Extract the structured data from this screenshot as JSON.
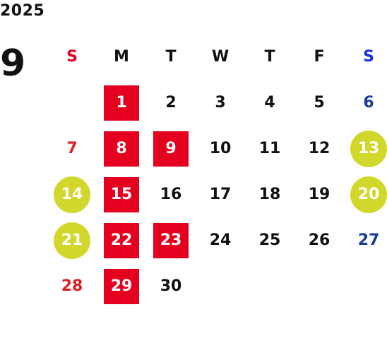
{
  "year": "2025",
  "month": "9",
  "colors": {
    "sunday": "#e02020",
    "saturday_header": "#1a2ee8",
    "saturday": "#1a3e96",
    "highlight_box": "#e60020",
    "highlight_circle": "#d2d82b",
    "text": "#111111"
  },
  "weekdays": [
    {
      "label": "S",
      "color": "#e60020"
    },
    {
      "label": "M",
      "color": "#111111"
    },
    {
      "label": "T",
      "color": "#111111"
    },
    {
      "label": "W",
      "color": "#111111"
    },
    {
      "label": "T",
      "color": "#111111"
    },
    {
      "label": "F",
      "color": "#111111"
    },
    {
      "label": "S",
      "color": "#1a2ee8"
    }
  ],
  "weeks": [
    [
      null,
      {
        "day": "1",
        "style": "box"
      },
      {
        "day": "2",
        "style": "plain"
      },
      {
        "day": "3",
        "style": "plain"
      },
      {
        "day": "4",
        "style": "plain"
      },
      {
        "day": "5",
        "style": "plain"
      },
      {
        "day": "6",
        "style": "sat"
      }
    ],
    [
      {
        "day": "7",
        "style": "sun"
      },
      {
        "day": "8",
        "style": "box"
      },
      {
        "day": "9",
        "style": "box"
      },
      {
        "day": "10",
        "style": "plain"
      },
      {
        "day": "11",
        "style": "plain"
      },
      {
        "day": "12",
        "style": "plain"
      },
      {
        "day": "13",
        "style": "circle"
      }
    ],
    [
      {
        "day": "14",
        "style": "circle"
      },
      {
        "day": "15",
        "style": "box"
      },
      {
        "day": "16",
        "style": "plain"
      },
      {
        "day": "17",
        "style": "plain"
      },
      {
        "day": "18",
        "style": "plain"
      },
      {
        "day": "19",
        "style": "plain"
      },
      {
        "day": "20",
        "style": "circle"
      }
    ],
    [
      {
        "day": "21",
        "style": "circle"
      },
      {
        "day": "22",
        "style": "box"
      },
      {
        "day": "23",
        "style": "box"
      },
      {
        "day": "24",
        "style": "plain"
      },
      {
        "day": "25",
        "style": "plain"
      },
      {
        "day": "26",
        "style": "plain"
      },
      {
        "day": "27",
        "style": "sat"
      }
    ],
    [
      {
        "day": "28",
        "style": "sun"
      },
      {
        "day": "29",
        "style": "box"
      },
      {
        "day": "30",
        "style": "plain"
      },
      null,
      null,
      null,
      null
    ]
  ]
}
